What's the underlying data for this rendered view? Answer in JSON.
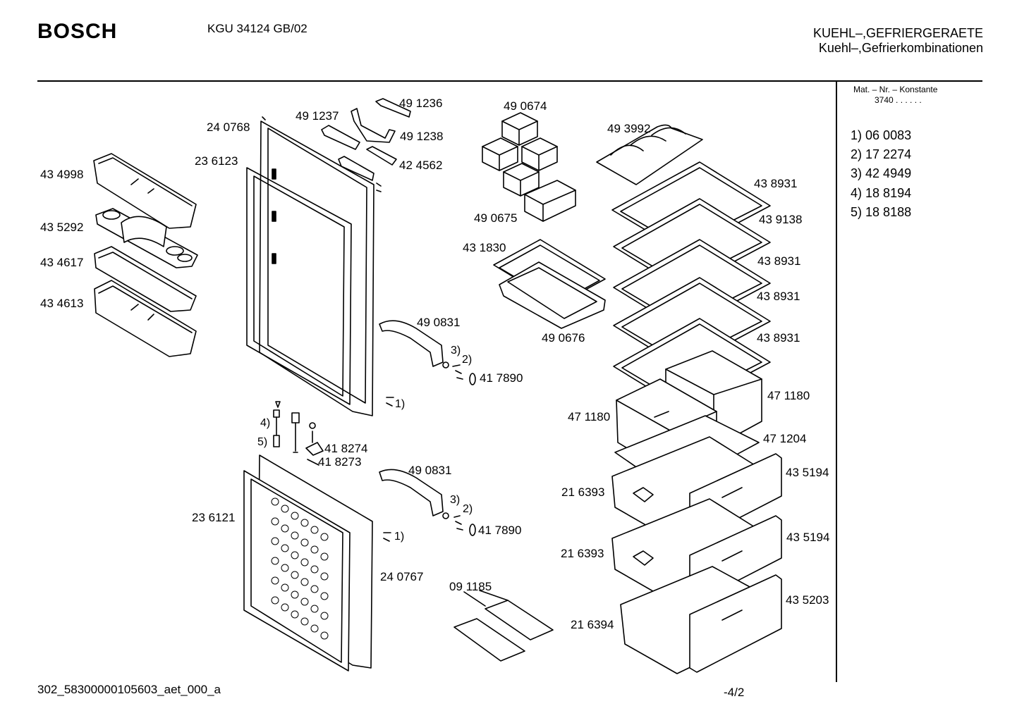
{
  "header": {
    "brand": "BOSCH",
    "model": "KGU 34124 GB/02",
    "category_line1": "KUEHL–,GEFRIERGERAETE",
    "category_line2": "Kuehl–,Gefrierkombinationen"
  },
  "sidebar": {
    "heading": "Mat. – Nr. – Konstante",
    "constant": "3740 . . . . . .",
    "items": [
      {
        "ref": "1)",
        "part": "06 0083"
      },
      {
        "ref": "2)",
        "part": "17 2274"
      },
      {
        "ref": "3)",
        "part": "42 4949"
      },
      {
        "ref": "4)",
        "part": "18 8194"
      },
      {
        "ref": "5)",
        "part": "18 8188"
      }
    ]
  },
  "parts": [
    {
      "id": "p491236",
      "label": "49 1236"
    },
    {
      "id": "p490674",
      "label": "49 0674"
    },
    {
      "id": "p491237",
      "label": "49 1237"
    },
    {
      "id": "p491238",
      "label": "49 1238"
    },
    {
      "id": "p240768",
      "label": "24 0768"
    },
    {
      "id": "p493992",
      "label": "49 3992"
    },
    {
      "id": "p236123",
      "label": "23 6123"
    },
    {
      "id": "p424562",
      "label": "42 4562"
    },
    {
      "id": "p434998",
      "label": "43 4998"
    },
    {
      "id": "p438931a",
      "label": "43 8931"
    },
    {
      "id": "p435292",
      "label": "43 5292"
    },
    {
      "id": "p490675",
      "label": "49 0675"
    },
    {
      "id": "p439138",
      "label": "43 9138"
    },
    {
      "id": "p431830",
      "label": "43 1830"
    },
    {
      "id": "p434617",
      "label": "43 4617"
    },
    {
      "id": "p438931b",
      "label": "43 8931"
    },
    {
      "id": "p434613",
      "label": "43 4613"
    },
    {
      "id": "p438931c",
      "label": "43 8931"
    },
    {
      "id": "p490831a",
      "label": "49 0831"
    },
    {
      "id": "p490676",
      "label": "49 0676"
    },
    {
      "id": "p438931d",
      "label": "43 8931"
    },
    {
      "id": "p417890a",
      "label": "41 7890"
    },
    {
      "id": "p471180a",
      "label": "47 1180"
    },
    {
      "id": "p471180b",
      "label": "47 1180"
    },
    {
      "id": "p418274",
      "label": "41 8274"
    },
    {
      "id": "p471204",
      "label": "47 1204"
    },
    {
      "id": "p418273",
      "label": "41 8273"
    },
    {
      "id": "p490831b",
      "label": "49 0831"
    },
    {
      "id": "p435194a",
      "label": "43 5194"
    },
    {
      "id": "p216393a",
      "label": "21 6393"
    },
    {
      "id": "p236121",
      "label": "23 6121"
    },
    {
      "id": "p417890b",
      "label": "41 7890"
    },
    {
      "id": "p435194b",
      "label": "43 5194"
    },
    {
      "id": "p216393b",
      "label": "21 6393"
    },
    {
      "id": "p240767",
      "label": "24 0767"
    },
    {
      "id": "p091185",
      "label": "09 1185"
    },
    {
      "id": "p435203",
      "label": "43 5203"
    },
    {
      "id": "p216394",
      "label": "21 6394"
    }
  ],
  "refs": {
    "r3a": "3)",
    "r2a": "2)",
    "r1a": "1)",
    "r4": "4)",
    "r5": "5)",
    "r3b": "3)",
    "r2b": "2)",
    "r1b": "1)"
  },
  "footer": {
    "doc_id": "302_58300000105603_aet_000_a",
    "page": "-4/2"
  }
}
